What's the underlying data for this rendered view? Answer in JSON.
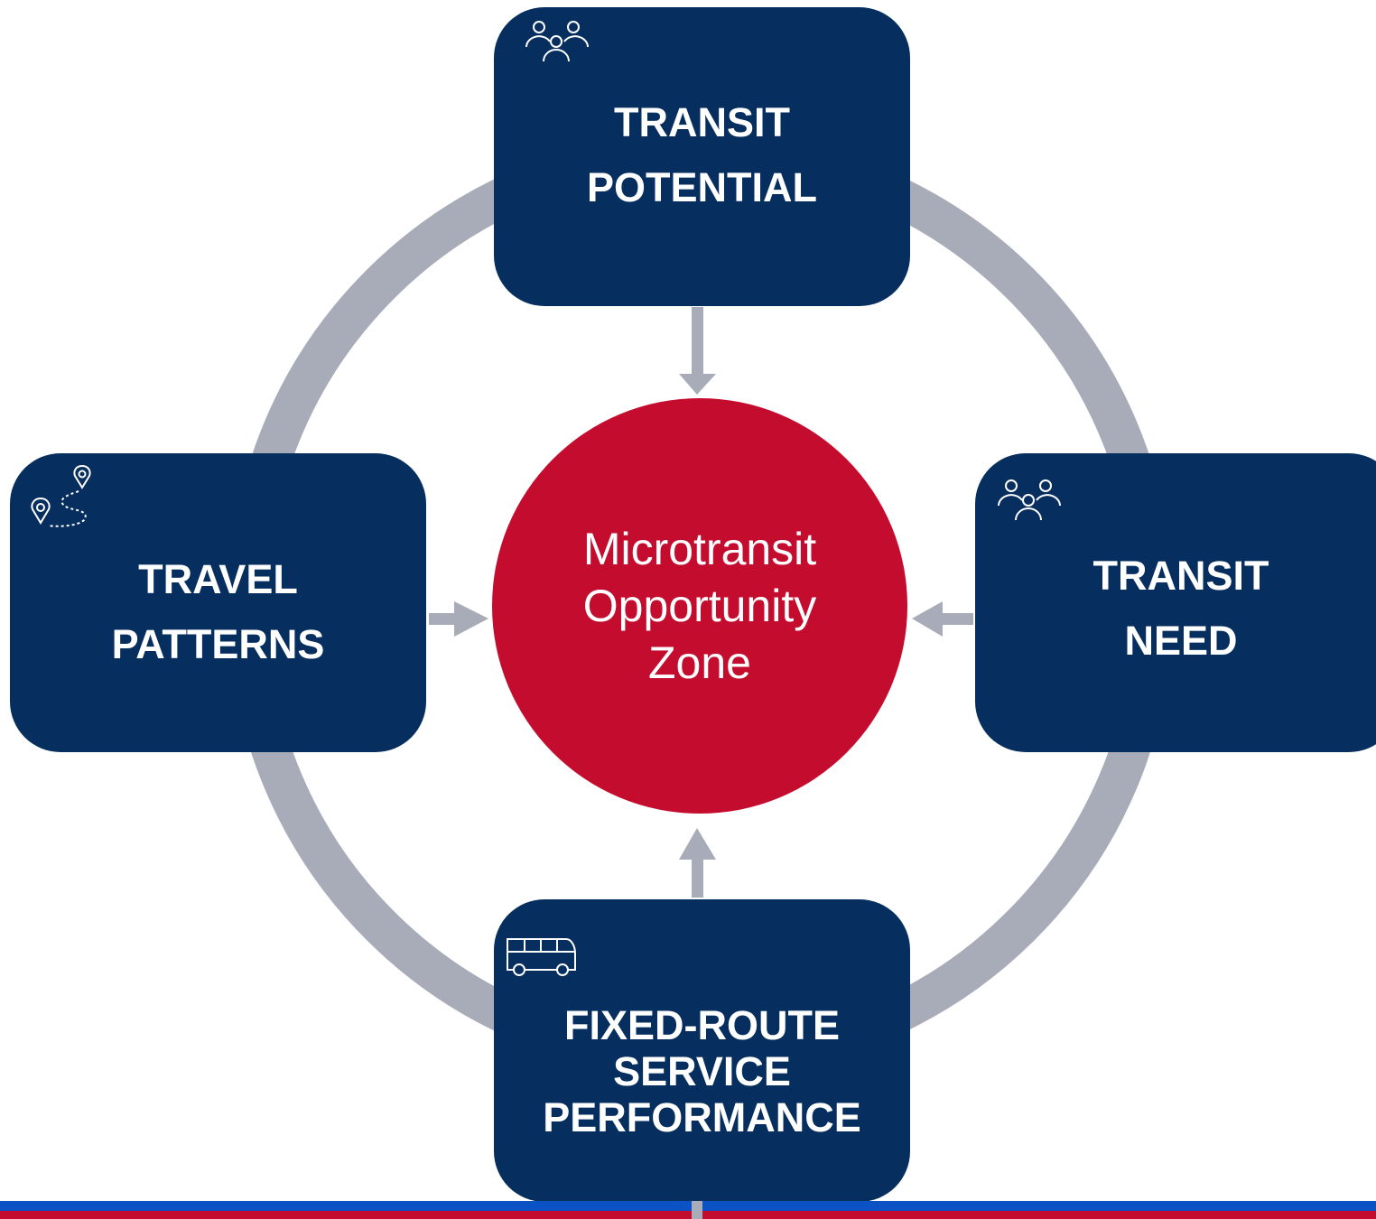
{
  "center": {
    "lines": [
      "Microtransit",
      "Opportunity",
      "Zone"
    ]
  },
  "boxes": {
    "top": {
      "lines": [
        "TRANSIT",
        "POTENTIAL"
      ],
      "icon": "people-group-icon"
    },
    "left": {
      "lines": [
        "TRAVEL",
        "PATTERNS"
      ],
      "icon": "map-route-icon"
    },
    "right": {
      "lines": [
        "TRANSIT",
        "NEED"
      ],
      "icon": "people-group-icon"
    },
    "bottom": {
      "lines": [
        "FIXED-ROUTE",
        "SERVICE",
        "PERFORMANCE"
      ],
      "icon": "bus-icon"
    }
  },
  "colors": {
    "box": "#062e5f",
    "center": "#c40d2e",
    "ring": "#a8acb8",
    "bar_blue": "#0b52c4",
    "bar_red": "#c40d2e"
  }
}
